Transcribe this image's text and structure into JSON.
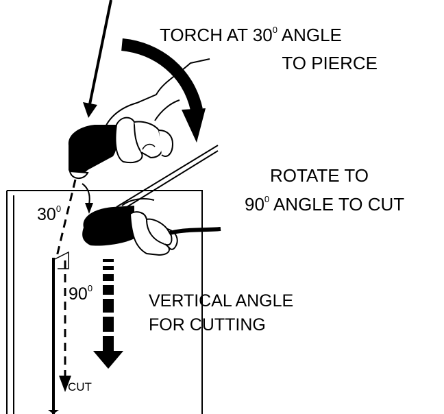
{
  "labels": {
    "torch_line1_pre": "TORCH AT 30",
    "torch_line1_deg": "0",
    "torch_line1_post": " ANGLE",
    "torch_line2": "TO PIERCE",
    "rotate_line1": "ROTATE TO",
    "rotate_line2_pre": "90",
    "rotate_line2_deg": "0",
    "rotate_line2_post": " ANGLE TO CUT",
    "angle30_value": "30",
    "angle30_deg": "0",
    "angle90_value": "90",
    "angle90_deg": "0",
    "vertical_line1": "VERTICAL ANGLE",
    "vertical_line2": "FOR CUTTING",
    "cut_label": "CUT"
  },
  "colors": {
    "ink": "#000000",
    "paper": "#ffffff"
  }
}
